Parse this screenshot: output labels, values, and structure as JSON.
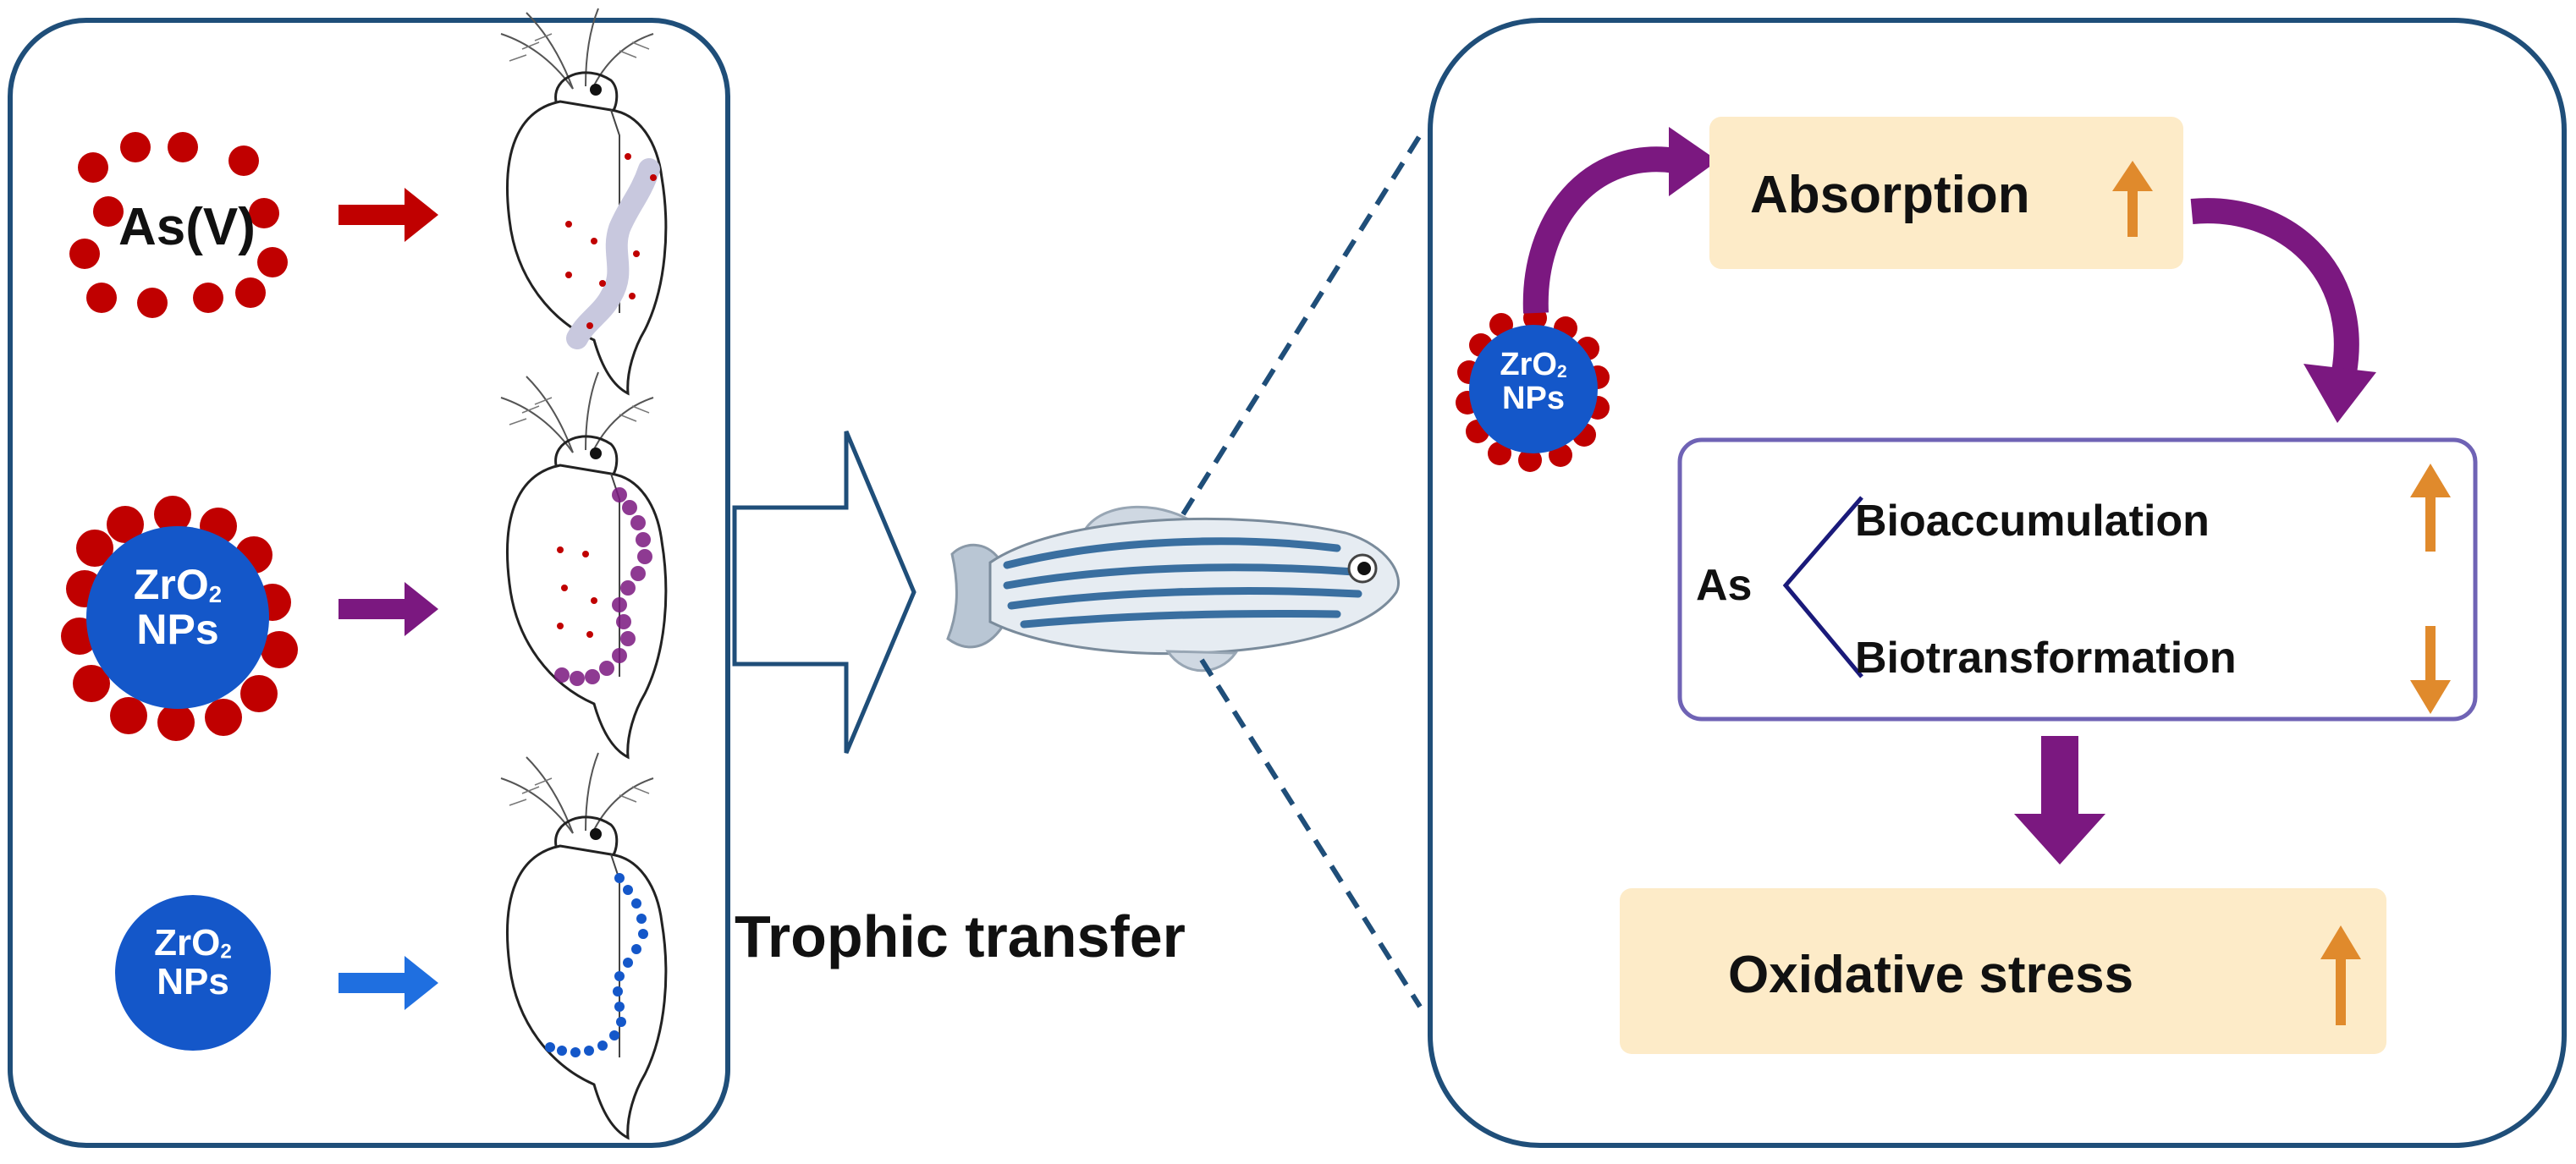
{
  "colors": {
    "frame": "#1f4e79",
    "arsenic_red": "#c00000",
    "nanoparticle_blue": "#1457c9",
    "purple": "#7b1880",
    "blue_arrow": "#1f6fe0",
    "highlight_box": "#fdebc8",
    "up_down_arrow": "#e08a2c",
    "inner_box_border": "#6f63b5"
  },
  "left_panel": {
    "rows": [
      {
        "particle_label": "As(V)",
        "arrow_color": "red-arrow-icon"
      },
      {
        "particle_label_main": "ZrO",
        "particle_label_sub": "2",
        "particle_label_line2": "NPs",
        "arrow_color": "purple-arrow-icon"
      },
      {
        "particle_label_main": "ZrO",
        "particle_label_sub": "2",
        "particle_label_line2": "NPs",
        "arrow_color": "blue-arrow-icon"
      }
    ]
  },
  "center": {
    "caption": "Trophic transfer",
    "organism_icon": "zebrafish-icon",
    "prey_icon": "daphnia-icon"
  },
  "right_panel": {
    "particle_label_main": "ZrO",
    "particle_label_sub": "2",
    "particle_label_line2": "NPs",
    "absorption_label": "Absorption",
    "element_label": "As",
    "bioaccumulation_label": "Bioaccumulation",
    "biotransformation_label": "Biotransformation",
    "oxidative_stress_label": "Oxidative stress"
  }
}
